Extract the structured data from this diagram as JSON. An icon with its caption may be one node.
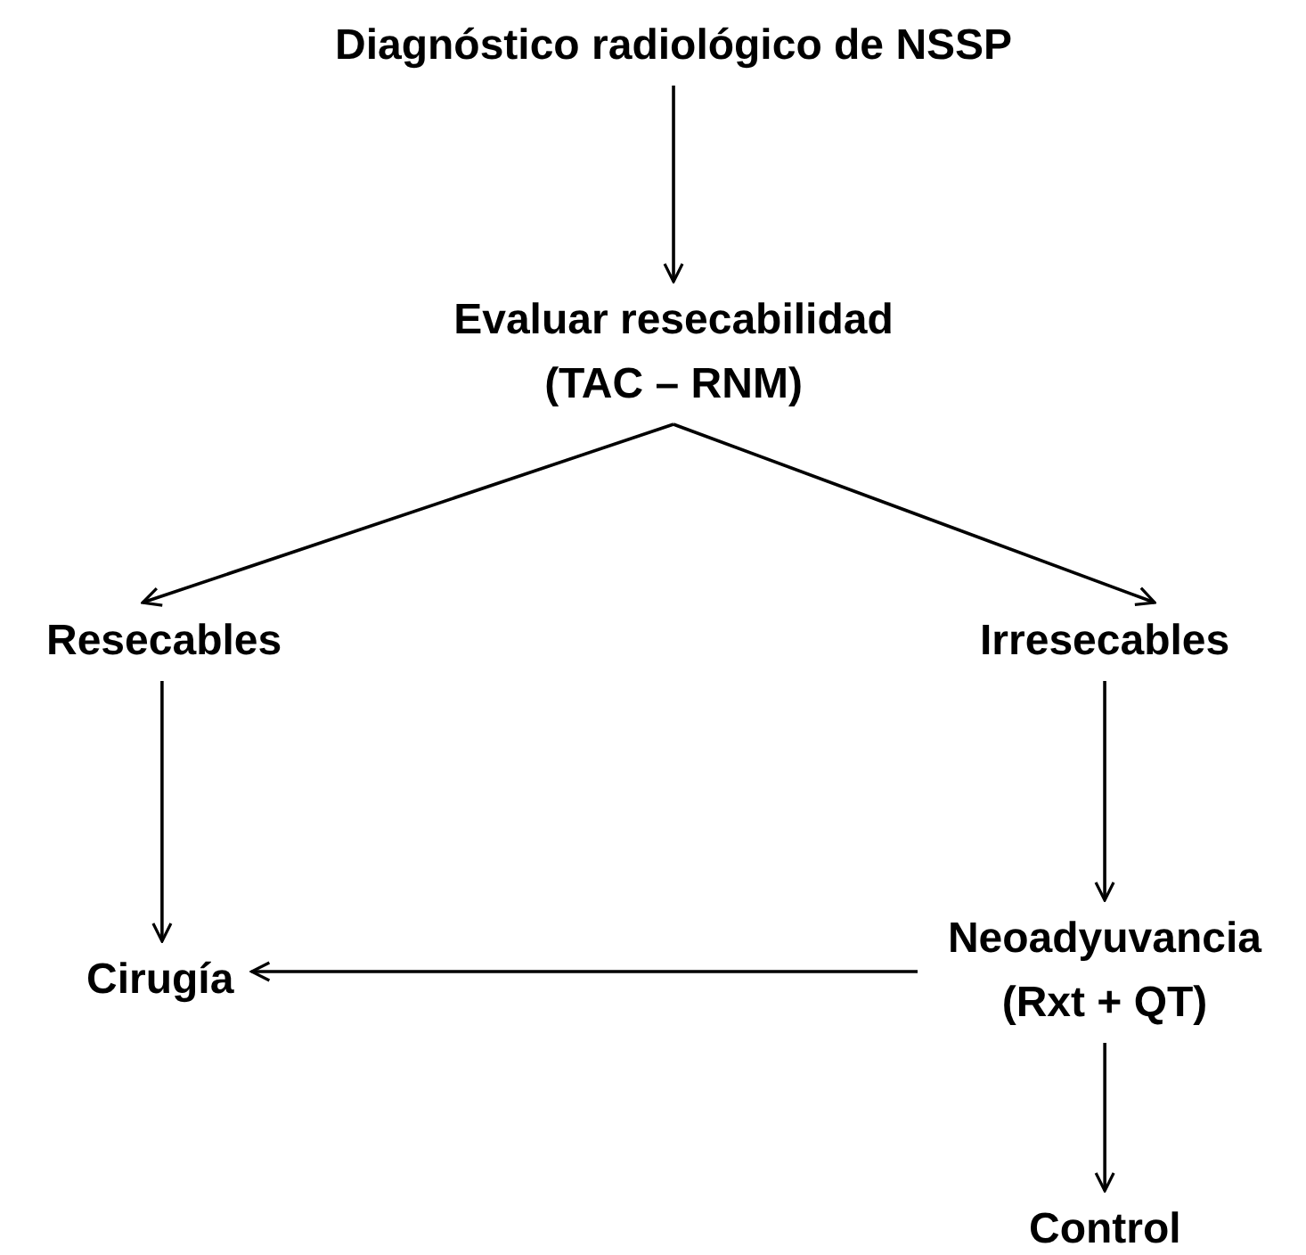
{
  "diagram": {
    "nodes": [
      {
        "text": [
          "Diagnóstico radiológico de NSSP"
        ]
      },
      {
        "text": [
          "Evaluar resecabilidad (TAC – RNM)"
        ]
      },
      {
        "text": [
          "Resecables"
        ]
      },
      {
        "text": [
          "Irresecables"
        ]
      },
      {
        "text": [
          "Cirugía"
        ]
      },
      {
        "text": [
          "Neoadyuvancia (Rxt + QT)"
        ]
      },
      {
        "text": [
          "Control"
        ]
      }
    ],
    "edges": [
      {
        "from": 0,
        "to": 1,
        "arrow": "to"
      },
      {
        "from": 1,
        "to": 2,
        "arrow": "to"
      },
      {
        "from": 1,
        "to": 3,
        "arrow": "to"
      },
      {
        "from": 2,
        "to": 4,
        "arrow": "to"
      },
      {
        "from": 3,
        "to": 5,
        "arrow": "to"
      },
      {
        "from": 5,
        "to": 4,
        "arrow": "to"
      },
      {
        "from": 5,
        "to": 6,
        "arrow": "to"
      }
    ]
  }
}
